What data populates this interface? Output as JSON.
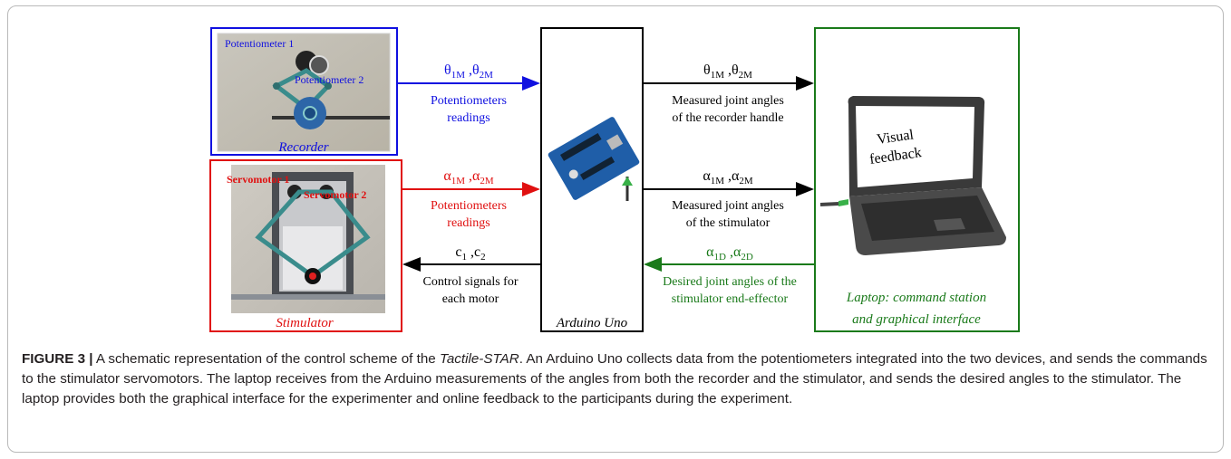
{
  "diagram": {
    "recorder": {
      "title": "Recorder",
      "label_pot1": "Potentiometer 1",
      "label_pot2": "Potentiometer 2"
    },
    "stimulator": {
      "title": "Stimulator",
      "label_servo1": "Servomotor 1",
      "label_servo2": "Servomotor 2"
    },
    "arduino": {
      "title": "Arduino Uno"
    },
    "laptop": {
      "title_line1": "Laptop: command station",
      "title_line2": "and graphical interface",
      "screen_line1": "Visual",
      "screen_line2": "feedback"
    },
    "links": {
      "rec_to_ard": {
        "sym1": "θ",
        "sub1": "1M",
        "sym2": "θ",
        "sub2": "2M",
        "desc_line1": "Potentiometers",
        "desc_line2": "readings"
      },
      "stim_to_ard": {
        "sym1": "α",
        "sub1": "1M",
        "sym2": "α",
        "sub2": "2M",
        "desc_line1": "Potentiometers",
        "desc_line2": "readings"
      },
      "ard_to_stim": {
        "sym1": "c",
        "sub1": "1",
        "sym2": "c",
        "sub2": "2",
        "desc_line1": "Control signals for",
        "desc_line2": "each motor"
      },
      "ard_to_lap_theta": {
        "sym1": "θ",
        "sub1": "1M",
        "sym2": "θ",
        "sub2": "2M",
        "desc_line1": "Measured joint angles",
        "desc_line2": "of the recorder handle"
      },
      "ard_to_lap_alpha": {
        "sym1": "α",
        "sub1": "1M",
        "sym2": "α",
        "sub2": "2M",
        "desc_line1": "Measured joint angles",
        "desc_line2": "of the stimulator"
      },
      "lap_to_ard": {
        "sym1": "α",
        "sub1": "1D",
        "sym2": "α",
        "sub2": "2D",
        "desc_line1": "Desired joint angles of the",
        "desc_line2": "stimulator end-effector"
      }
    },
    "colors": {
      "recorder": "#1010e0",
      "stimulator": "#e01010",
      "laptop": "#1a7a1a",
      "arduino": "#000000"
    }
  },
  "caption": {
    "label": "FIGURE 3 |",
    "part1": " A schematic representation of the control scheme of the ",
    "italic": "Tactile-STAR",
    "part2": ". An Arduino Uno collects data from the potentiometers integrated into the two devices, and sends the commands to the stimulator servomotors. The laptop receives from the Arduino measurements of the angles from both the recorder and the stimulator, and sends the desired angles to the stimulator. The laptop provides both the graphical interface for the experimenter and online feedback to the participants during the experiment."
  }
}
